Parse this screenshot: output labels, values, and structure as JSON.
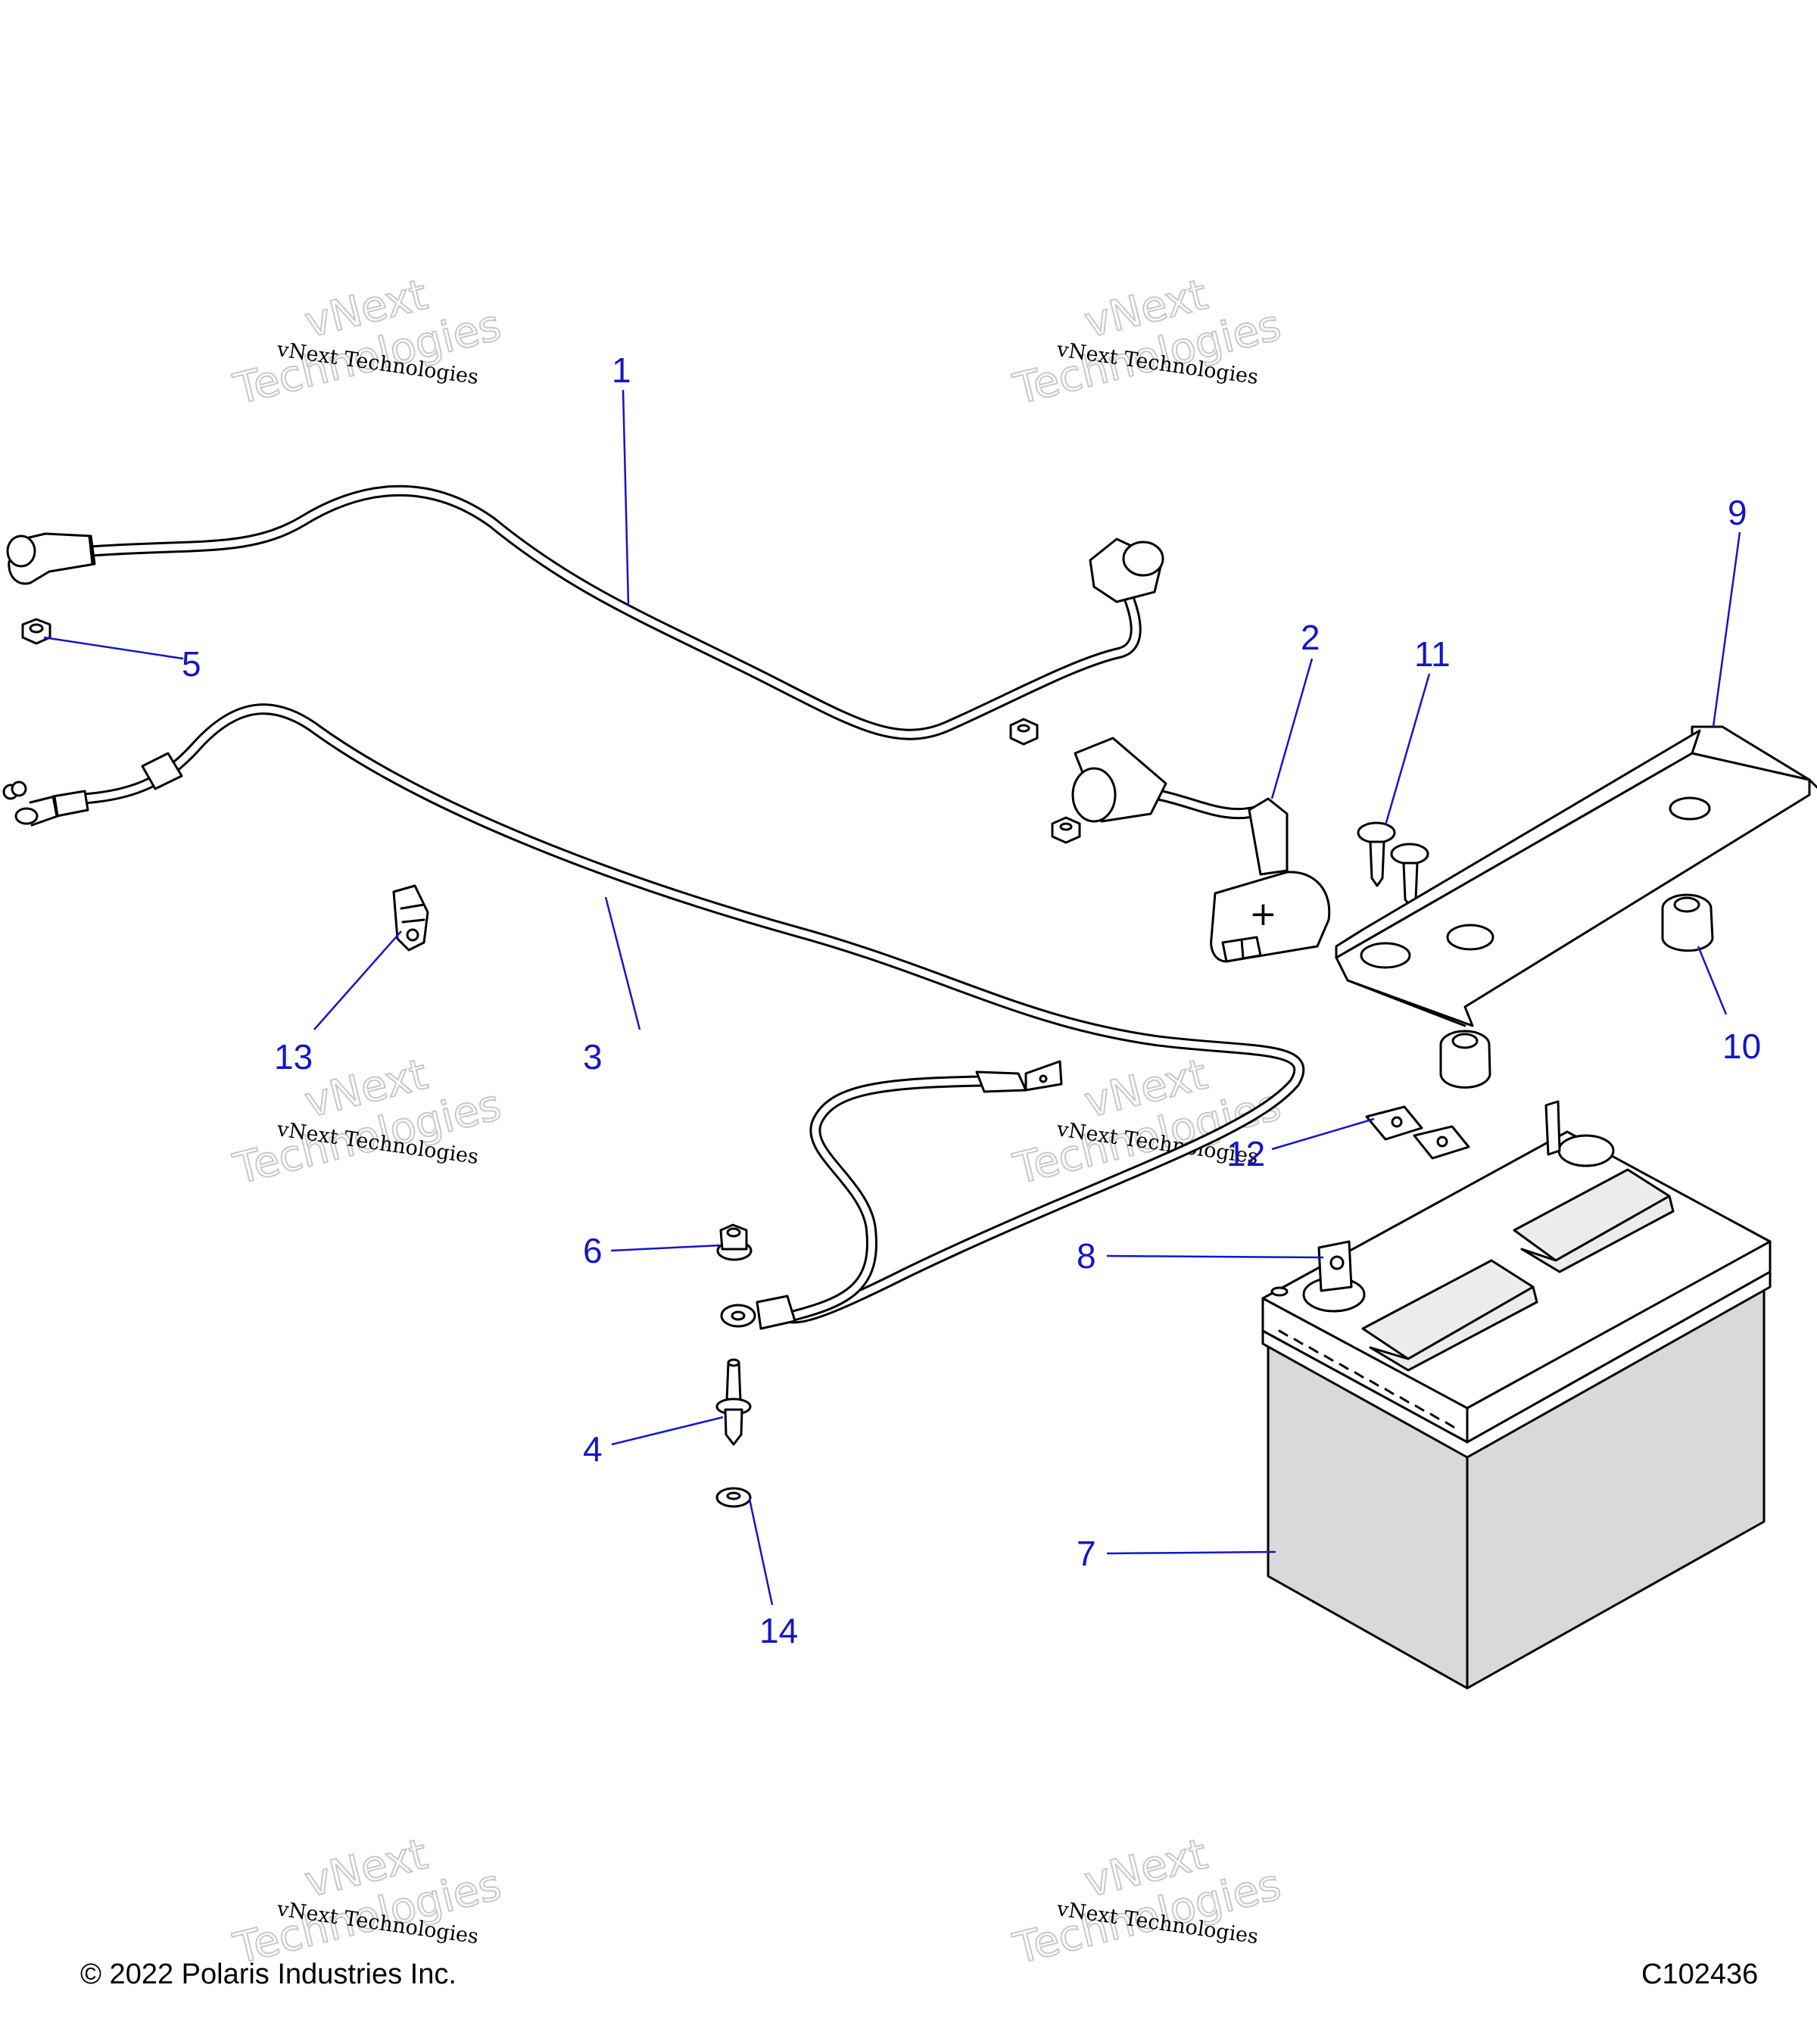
{
  "callouts": [
    "1",
    "2",
    "3",
    "4",
    "5",
    "6",
    "7",
    "8",
    "9",
    "10",
    "11",
    "12",
    "13",
    "14"
  ],
  "watermark": {
    "line1": "vNext Technologies",
    "word1": "vNext",
    "word2": "Technologies"
  },
  "footer": {
    "copyright": "© 2022 Polaris Industries Inc.",
    "figure_id": "C102436"
  },
  "colors": {
    "callout": "#1515c8",
    "battery_body": "#d9d9d9",
    "line": "#000000"
  }
}
